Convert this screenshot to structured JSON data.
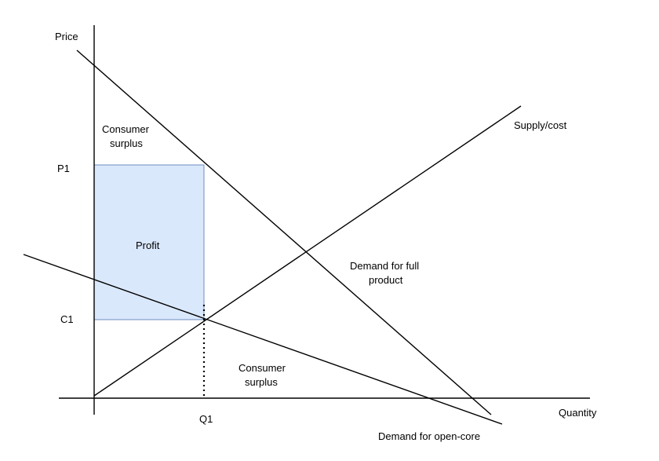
{
  "labels": {
    "price_axis": "Price",
    "quantity_axis": "Quantity",
    "p1": "P1",
    "c1": "C1",
    "q1": "Q1",
    "profit": "Profit",
    "consumer_surplus_top_line1": "Consumer",
    "consumer_surplus_top_line2": "surplus",
    "consumer_surplus_bottom_line1": "Consumer",
    "consumer_surplus_bottom_line2": "surplus",
    "supply_cost": "Supply/cost",
    "demand_full_line1": "Demand for full",
    "demand_full_line2": "product",
    "demand_open_core": "Demand for open-core"
  },
  "colors": {
    "profit_fill": "#dae8fc",
    "profit_stroke": "#6c8ebf",
    "line": "#000000"
  }
}
